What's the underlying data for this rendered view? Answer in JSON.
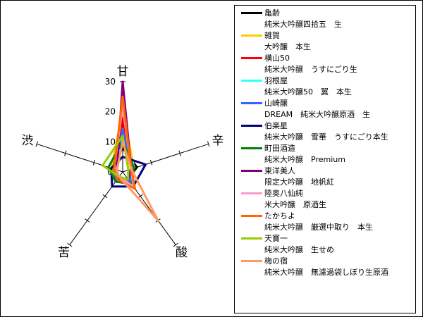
{
  "chart_data": {
    "type": "radar",
    "axes": [
      "甘",
      "辛",
      "酸",
      "苦",
      "渋"
    ],
    "rlim": [
      0,
      30
    ],
    "ticks": [
      10,
      20,
      30
    ],
    "tick_labels": [
      "10",
      "20",
      "30"
    ],
    "center_label": "0",
    "legend_position": "right",
    "series": [
      {
        "name": "亀齢",
        "detail": "純米大吟醸四拾五　生",
        "color": "#000000",
        "values": [
          8,
          5,
          3,
          3,
          4
        ]
      },
      {
        "name": "雑賀",
        "detail": "大吟醸　本生",
        "color": "#ffcc00",
        "values": [
          20,
          4,
          4,
          3,
          4
        ]
      },
      {
        "name": "横山50",
        "detail": "純米大吟醸　うすにごり生",
        "color": "#ff0000",
        "values": [
          18,
          3,
          5,
          2,
          3
        ]
      },
      {
        "name": "羽根屋",
        "detail": "純米大吟醸50　翼　本生",
        "color": "#33ffff",
        "values": [
          12,
          4,
          4,
          3,
          3
        ]
      },
      {
        "name": "山崎醸",
        "detail": "DREAM　純米大吟醸原酒　生",
        "color": "#3366ff",
        "values": [
          14,
          3,
          4,
          4,
          3
        ]
      },
      {
        "name": "伯楽星",
        "detail": "純米大吟醸　雪華　うすにごり本生",
        "color": "#000080",
        "values": [
          5,
          8,
          6,
          6,
          4
        ]
      },
      {
        "name": "町田酒造",
        "detail": "純米大吟醸　Premium",
        "color": "#008000",
        "values": [
          10,
          4,
          5,
          4,
          5
        ]
      },
      {
        "name": "東洋美人",
        "detail": "限定大吟醸　地帆紅",
        "color": "#800080",
        "values": [
          30,
          3,
          3,
          3,
          2
        ]
      },
      {
        "name": "陸奥八仙純",
        "detail": "米大吟醸　原酒生",
        "color": "#ff99cc",
        "values": [
          22,
          3,
          6,
          2,
          3
        ]
      },
      {
        "name": "たかちよ",
        "detail": "純米大吟醸　厳選中取り　本生",
        "color": "#ff6600",
        "values": [
          25,
          3,
          7,
          3,
          3
        ]
      },
      {
        "name": "天寶一",
        "detail": "純米大吟醸　生せめ",
        "color": "#99cc00",
        "values": [
          12,
          2,
          3,
          2,
          7
        ]
      },
      {
        "name": "梅の宿",
        "detail": "純米大吟醸　無濾過袋しぼり生原酒",
        "color": "#ff9966",
        "values": [
          10,
          3,
          20,
          2,
          2
        ]
      }
    ]
  }
}
